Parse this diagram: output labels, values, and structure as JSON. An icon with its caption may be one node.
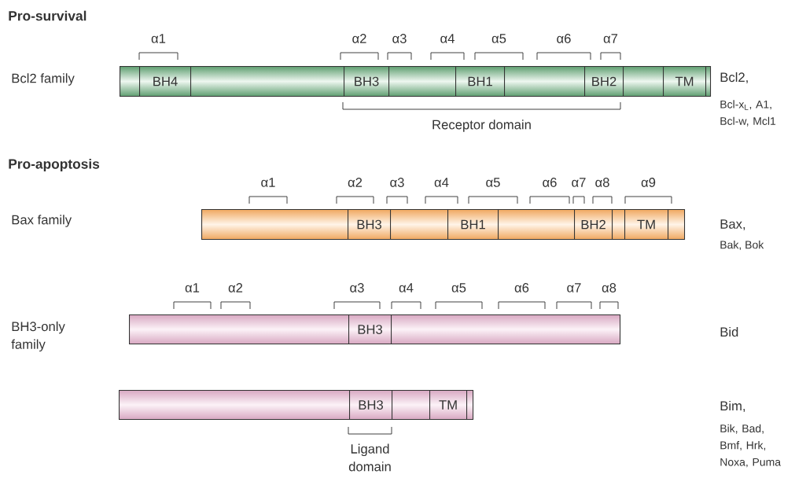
{
  "diagram": {
    "nodes": [
      {
        "text": [],
        "shape": "bar"
      },
      {
        "text": [
          "BH4"
        ],
        "in": 0
      },
      {
        "text": [
          "BH3"
        ],
        "in": 0
      },
      {
        "text": [
          "BH1"
        ],
        "in": 0
      },
      {
        "text": [
          "BH2"
        ],
        "in": 0
      },
      {
        "text": [
          "TM"
        ],
        "in": 0
      },
      {
        "text": [],
        "shape": "bar"
      },
      {
        "text": [
          "BH3"
        ],
        "in": 6
      },
      {
        "text": [
          "BH1"
        ],
        "in": 6
      },
      {
        "text": [
          "BH2"
        ],
        "in": 6
      },
      {
        "text": [
          "TM"
        ],
        "in": 6
      },
      {
        "text": [],
        "shape": "bar"
      },
      {
        "text": [
          "BH3"
        ],
        "in": 11
      },
      {
        "text": [],
        "shape": "bar"
      },
      {
        "text": [
          "BH3"
        ],
        "in": 13
      },
      {
        "text": [
          "TM"
        ],
        "in": 13
      }
    ],
    "labels": [
      "Pro-survival",
      "α1",
      "α2",
      "α3",
      "α4",
      "α5",
      "α6",
      "α7",
      "Bcl2 family",
      "Bcl2,",
      "Bcl-x$_{L}$, A1, Bcl-w, Mcl1",
      "Receptor domain",
      "Pro-apoptosis",
      "α1",
      "α2",
      "α3",
      "α4",
      "α5",
      "α6",
      "α7",
      "α8",
      "α9",
      "Bax family",
      "Bax,",
      "Bak, Bok",
      "α1",
      "α2",
      "α3",
      "α4",
      "α5",
      "α6",
      "α7",
      "α8",
      "BH3-only family",
      "Bid",
      "Bim,",
      "Bik, Bad, Bmf, Hrk, Noxa, Puma",
      "Ligand domain"
    ]
  }
}
